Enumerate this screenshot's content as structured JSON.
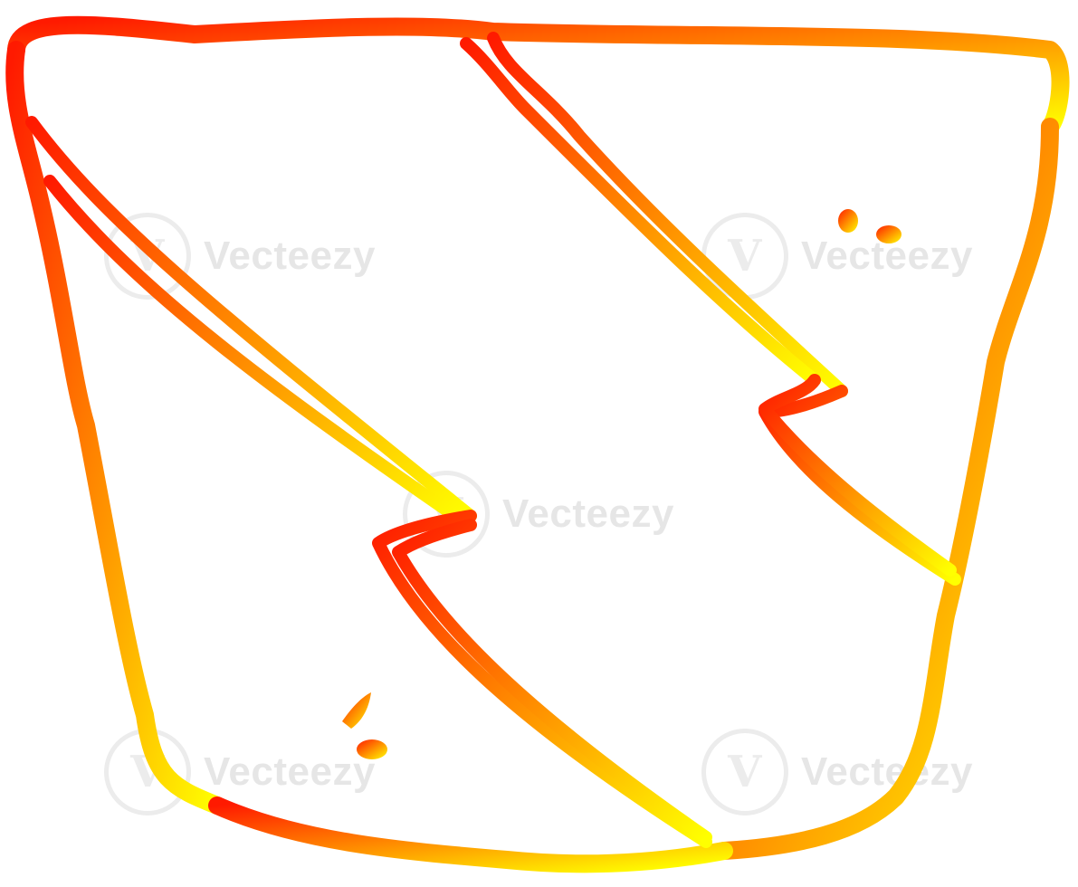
{
  "artwork": {
    "subject": "bucket",
    "style": "line drawing",
    "colors": {
      "gradient_start": "#ff1a00",
      "gradient_mid": "#ff8c00",
      "gradient_end": "#ffff00",
      "background": "#ffffff",
      "watermark": "#e6e6e6"
    }
  },
  "watermark": {
    "text": "Vecteezy",
    "logo_glyph": "V"
  }
}
